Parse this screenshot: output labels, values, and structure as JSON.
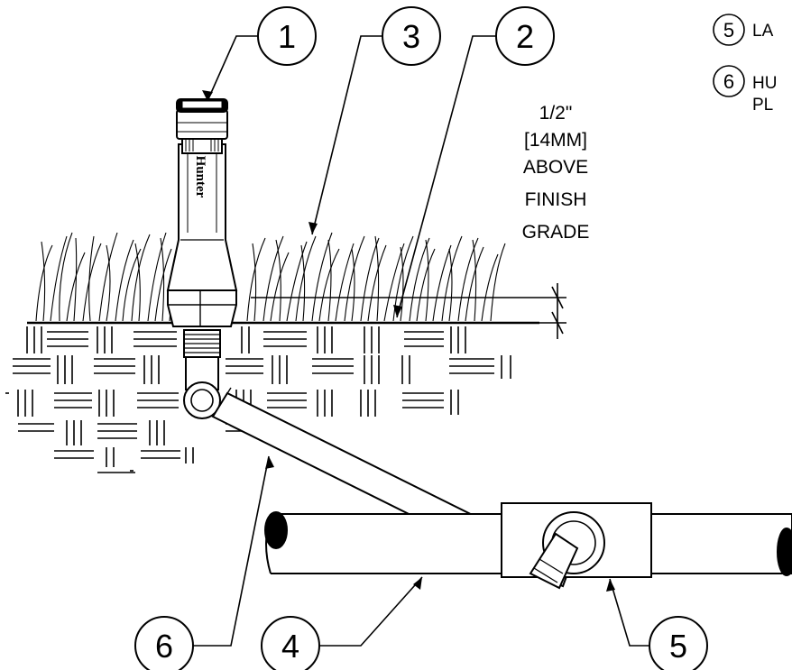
{
  "callouts": {
    "c1": "1",
    "c2": "2",
    "c3": "3",
    "c4": "4",
    "c5": "5",
    "c6": "6"
  },
  "legend": {
    "items": [
      {
        "number": "5",
        "text": "LA"
      },
      {
        "number": "6",
        "text_line1": "HU",
        "text_line2": "PL"
      }
    ]
  },
  "dimension": {
    "line1": "1/2\"",
    "line2": "[14MM]",
    "line3": "ABOVE",
    "line4": "FINISH",
    "line5": "GRADE"
  },
  "brand": {
    "logo_text": "Hunter"
  }
}
